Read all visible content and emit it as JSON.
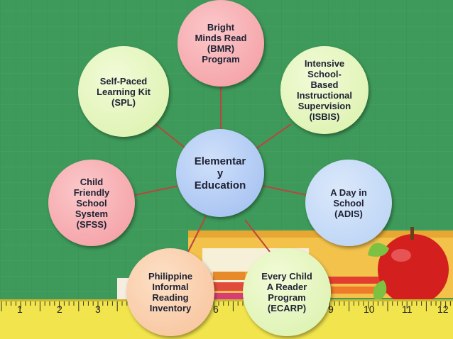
{
  "diagram": {
    "center": {
      "label": "Elementar\ny\nEducation"
    },
    "nodes": [
      {
        "id": "bmr",
        "label": "Bright\nMinds Read\n(BMR)\nProgram"
      },
      {
        "id": "isbis",
        "label": "Intensive\nSchool-\nBased\nInstructional\nSupervision\n(ISBIS)"
      },
      {
        "id": "adis",
        "label": "A Day in\nSchool\n(ADIS)"
      },
      {
        "id": "ecarp",
        "label": "Every Child\nA Reader\nProgram\n(ECARP)"
      },
      {
        "id": "piri",
        "label": "Philippine\nInformal\nReading\nInventory"
      },
      {
        "id": "sfss",
        "label": "Child\nFriendly\nSchool\nSystem\n(SFSS)"
      },
      {
        "id": "spl",
        "label": "Self-Paced\nLearning Kit\n(SPL)"
      }
    ]
  },
  "ruler": {
    "numbers": [
      "1",
      "2",
      "3",
      "6",
      "9",
      "10",
      "11",
      "12"
    ]
  },
  "colors": {
    "background": "#3e9a5a",
    "connector": "#b8463f",
    "center_fill": "#a9c6f2",
    "pink_fill": "#f6a3a7",
    "green_fill": "#dff4b4",
    "blue_fill": "#b9d4f5",
    "orange_fill": "#f9c9a0",
    "ruler": "#f2e44c"
  }
}
